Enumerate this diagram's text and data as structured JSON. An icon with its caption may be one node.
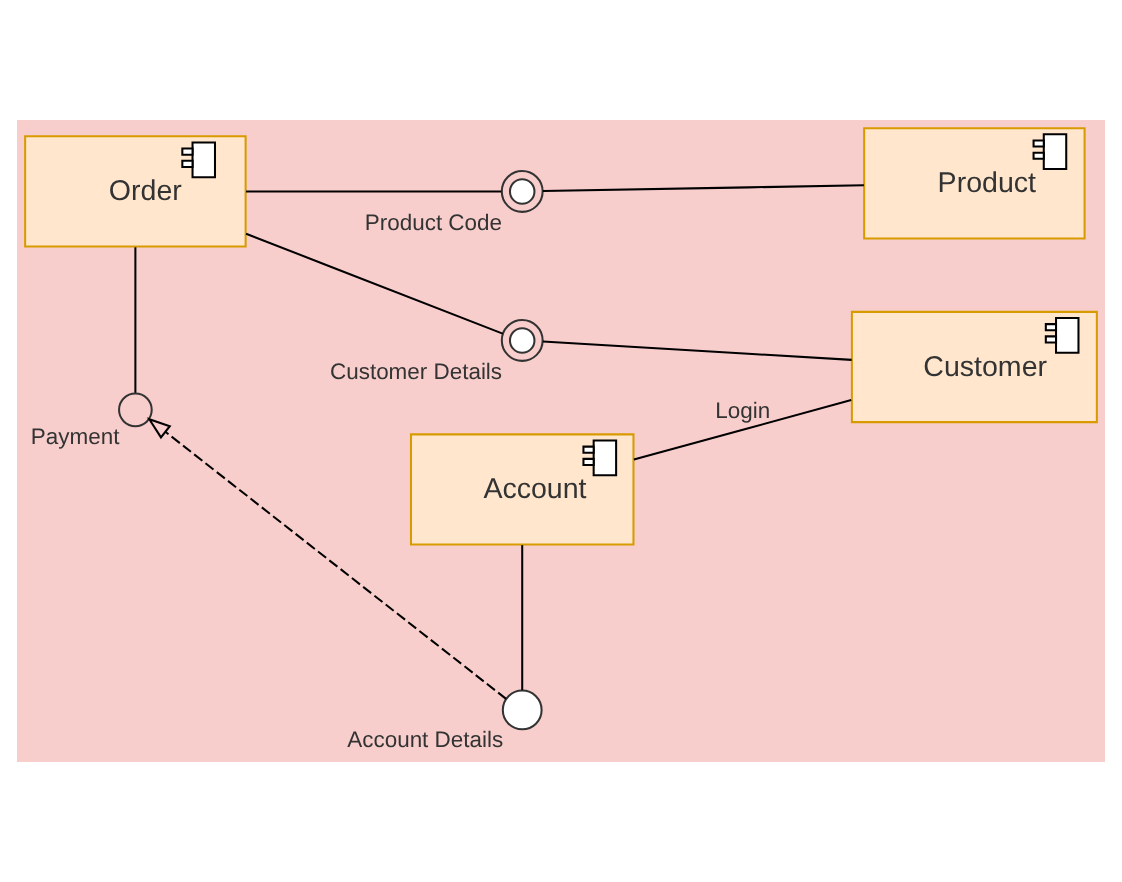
{
  "diagram": {
    "nodes": [
      {
        "text": [
          "Product"
        ]
      },
      {
        "text": [],
        "shape": "circle",
        "beside": [
          "Product Code"
        ]
      },
      {
        "text": [
          "Order"
        ]
      },
      {
        "text": [],
        "shape": "circle",
        "beside": [
          "Customer Details"
        ]
      },
      {
        "text": [
          "Customer"
        ]
      },
      {
        "text": [],
        "shape": "arc",
        "beside": [
          "Payment"
        ]
      },
      {
        "text": [],
        "shape": "circle",
        "beside": [
          "Account Details"
        ]
      },
      {
        "text": [
          "Account"
        ]
      }
    ],
    "edges": [
      {
        "from": 2,
        "to": 1,
        "arrow": "none"
      },
      {
        "from": 1,
        "to": 0,
        "arrow": "none"
      },
      {
        "from": 2,
        "to": 3,
        "arrow": "none"
      },
      {
        "from": 3,
        "to": 4,
        "arrow": "none"
      },
      {
        "from": 2,
        "to": 5,
        "arrow": "none"
      },
      {
        "from": 6,
        "to": 5,
        "arrow": "to",
        "style": "dashed"
      },
      {
        "from": 7,
        "to": 6,
        "arrow": "none"
      },
      {
        "from": 4,
        "to": 7,
        "arrow": "none",
        "label": "Login"
      }
    ]
  }
}
